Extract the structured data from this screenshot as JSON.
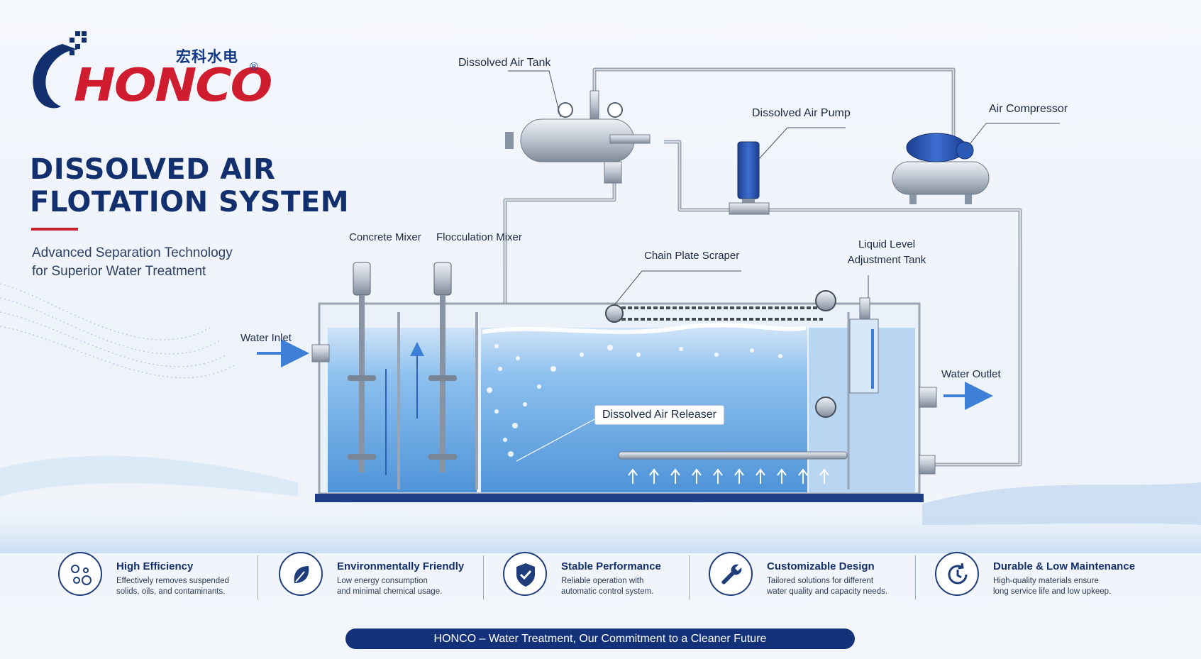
{
  "brand": {
    "name_cn": "宏科水电",
    "name_en": "HONCO",
    "registered": "®"
  },
  "title_line1": "DISSOLVED AIR",
  "title_line2": "FLOTATION SYSTEM",
  "subtitle_line1": "Advanced Separation Technology",
  "subtitle_line2": "for Superior Water Treatment",
  "labels": {
    "dissolved_air_tank": "Dissolved Air Tank",
    "dissolved_air_pump": "Dissolved Air Pump",
    "air_compressor": "Air Compressor",
    "concrete_mixer": "Concrete Mixer",
    "flocculation_mixer": "Flocculation Mixer",
    "chain_plate_scraper": "Chain Plate Scraper",
    "liquid_level_1": "Liquid Level",
    "liquid_level_2": "Adjustment Tank",
    "water_inlet": "Water Inlet",
    "water_outlet": "Water Outlet",
    "dissolved_air_releaser": "Dissolved Air Releaser"
  },
  "features": [
    {
      "icon": "bubbles-icon",
      "title": "High Efficiency",
      "desc1": "Effectively removes suspended",
      "desc2": "solids, oils, and contaminants."
    },
    {
      "icon": "leaf-icon",
      "title": "Environmentally Friendly",
      "desc1": "Low energy consumption",
      "desc2": "and minimal chemical usage."
    },
    {
      "icon": "shield-check-icon",
      "title": "Stable Performance",
      "desc1": "Reliable operation with",
      "desc2": "automatic control system."
    },
    {
      "icon": "wrench-icon",
      "title": "Customizable Design",
      "desc1": "Tailored solutions for different",
      "desc2": "water quality and capacity needs."
    },
    {
      "icon": "clock-refresh-icon",
      "title": "Durable & Low Maintenance",
      "desc1": "High-quality materials ensure",
      "desc2": "long service life and low upkeep."
    }
  ],
  "banner": "HONCO – Water Treatment, Our Commitment to a Cleaner Future",
  "colors": {
    "brand_blue": "#13306e",
    "brand_red": "#cf1c2e",
    "water": "#5b9fe0",
    "steel": "#b9c2cf"
  }
}
